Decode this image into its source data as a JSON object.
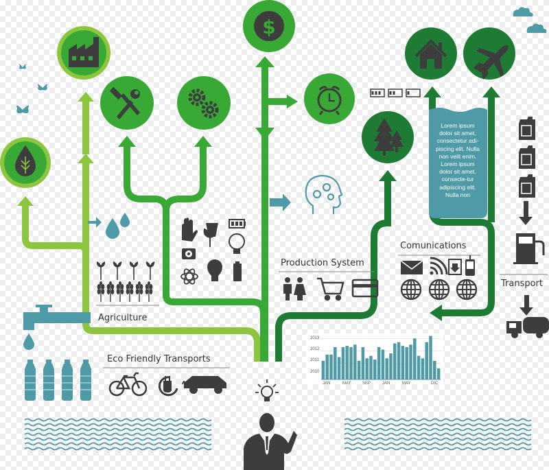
{
  "labels": {
    "agriculture": "Agriculture",
    "eco_transports": "Eco Friendly Transports",
    "production_system": "Production System",
    "communications": "Comunications",
    "transport": "Transport"
  },
  "note_text": "Lorem ipsum dolor sit amet, consectetur adi-piscing elit. Nulla non velit enim. Lorem ipsum dolor sit amet, consecte-tur adipiscing elit. Nulla non",
  "colors": {
    "light_green": "#8cc63f",
    "mid_green": "#39a935",
    "dark_green": "#1e7b34",
    "circle_dark": "#2d6e3a",
    "teal": "#4e9aa6",
    "icon_dark": "#3d3d3d"
  },
  "icons": [
    "factory-icon",
    "tools-icon",
    "gears-icon",
    "dollar-icon",
    "alarm-clock-icon",
    "house-icon",
    "airplane-icon",
    "trees-icon",
    "leaf-drop-icon",
    "head-gears-icon",
    "butterfly-icon",
    "cloud-icon",
    "water-drops-icon",
    "faucet-icon",
    "water-bottle-icon",
    "bicycle-icon",
    "plug-icon",
    "car-icon",
    "lightbulb-icon",
    "businessman-icon",
    "fuel-can-icon",
    "fuel-pump-icon",
    "truck-icon",
    "envelope-icon",
    "rss-icon",
    "download-icon",
    "phone-icon",
    "globe-icon",
    "people-icon",
    "cart-icon",
    "credit-card-icon",
    "battery-icon",
    "atom-icon",
    "nuclear-icon",
    "hand-icon",
    "plant-icon"
  ],
  "chart_data": {
    "type": "bar",
    "y_tick_labels": [
      "2013",
      "2012",
      "2011",
      "2010"
    ],
    "x_tick_labels": [
      "JAN",
      "MAY",
      "SEP",
      "JAN",
      "MAY",
      "DIC"
    ],
    "values": [
      2011.2,
      2011.7,
      2011.7,
      2012.3,
      2011.5,
      2012.3,
      2012.4,
      2012.3,
      2012.5,
      2011.2,
      2012.3,
      2011.4,
      2011.6,
      2011.3,
      2012.3,
      2012.1,
      2011.4,
      2011.8,
      2012.6,
      2012.7,
      2012.4,
      2012.3,
      2012.5,
      2013.0,
      2011.6,
      2011.4,
      2012.7,
      2013.2,
      2011.2,
      2010.6
    ],
    "ylim": [
      2009.7,
      2013.4
    ]
  }
}
